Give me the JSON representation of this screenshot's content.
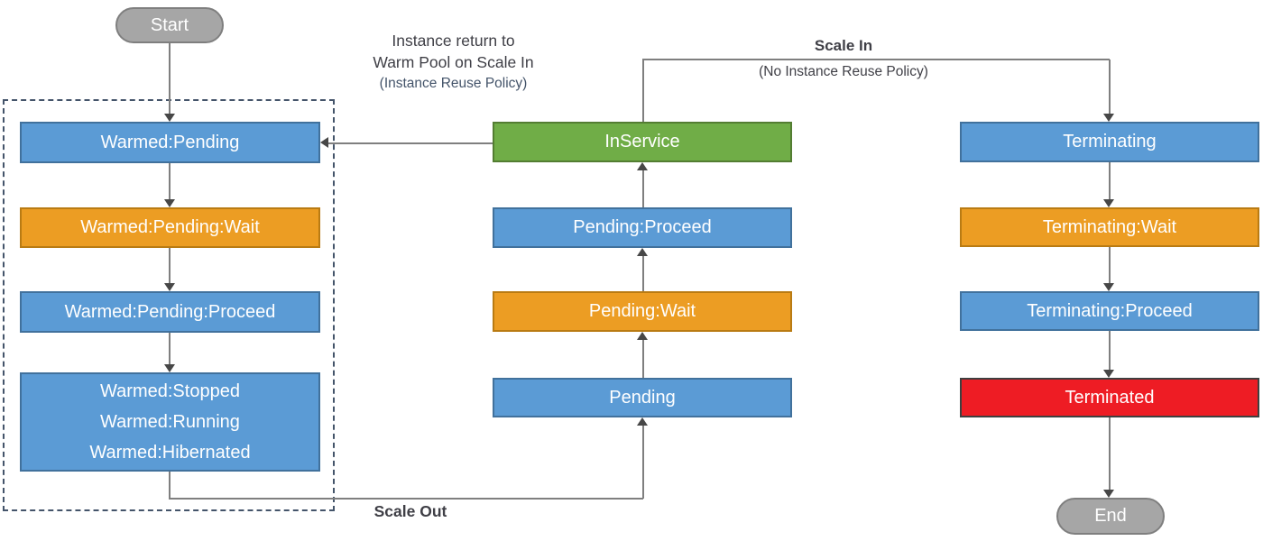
{
  "nodes": {
    "start": {
      "label": "Start"
    },
    "warmed_pending": {
      "label": "Warmed:Pending"
    },
    "warmed_pending_wait": {
      "label": "Warmed:Pending:Wait"
    },
    "warmed_pending_proceed": {
      "label": "Warmed:Pending:Proceed"
    },
    "warmed_states": {
      "lines": [
        "Warmed:Stopped",
        "Warmed:Running",
        "Warmed:Hibernated"
      ]
    },
    "in_service": {
      "label": "InService"
    },
    "pending_proceed": {
      "label": "Pending:Proceed"
    },
    "pending_wait": {
      "label": "Pending:Wait"
    },
    "pending": {
      "label": "Pending"
    },
    "terminating": {
      "label": "Terminating"
    },
    "terminating_wait": {
      "label": "Terminating:Wait"
    },
    "terminating_proceed": {
      "label": "Terminating:Proceed"
    },
    "terminated": {
      "label": "Terminated"
    },
    "end": {
      "label": "End"
    }
  },
  "labels": {
    "warm_pool_return": {
      "line1": "Instance return to",
      "line2": "Warm Pool on Scale In",
      "line3": "(Instance Reuse Policy)"
    },
    "scale_in": {
      "title": "Scale In",
      "subtitle": "(No Instance Reuse Policy)"
    },
    "scale_out": "Scale Out"
  },
  "colors": {
    "blue_fill": "#5B9BD5",
    "blue_border": "#41719C",
    "orange_fill": "#EC9D23",
    "orange_border": "#B97B13",
    "green_fill": "#70AD47",
    "green_border": "#537D32",
    "red_fill": "#EE1C24",
    "red_border": "#3F3F3F",
    "gray_fill": "#A6A6A6",
    "gray_border": "#7F7F7F",
    "line": "#7F7F7F",
    "arrow": "#474747",
    "dashed_border": "#44546A",
    "label_text": "#3F3F46",
    "label_accent": "#44546A"
  }
}
